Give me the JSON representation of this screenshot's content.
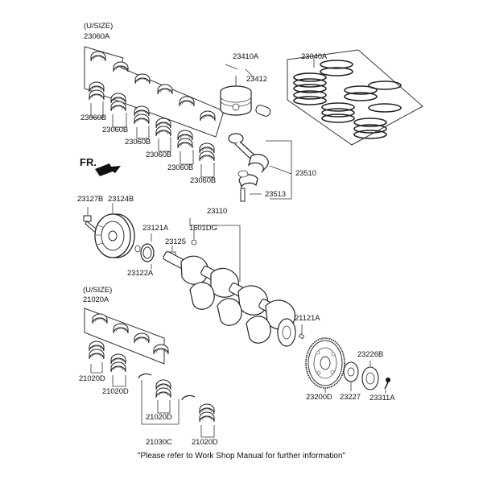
{
  "labels": {
    "usize_top": "(U/SIZE)",
    "p23060A": "23060A",
    "p23060B_1": "23060B",
    "p23060B_2": "23060B",
    "p23060B_3": "23060B",
    "p23060B_4": "23060B",
    "p23060B_5": "23060B",
    "p23060B_6": "23060B",
    "p23410A": "23410A",
    "p23412": "23412",
    "p23040A": "23040A",
    "p23510": "23510",
    "p23513": "23513",
    "p23127B": "23127B",
    "p23124B": "23124B",
    "p23110": "23110",
    "p23121A": "23121A",
    "p1601DG": "1601DG",
    "p23125": "23125",
    "p23122A": "23122A",
    "usize_bottom": "(U/SIZE)",
    "p21020A": "21020A",
    "p21020D_1": "21020D",
    "p21020D_2": "21020D",
    "p21020D_3": "21020D",
    "p21020D_4": "21020D",
    "p21030C": "21030C",
    "p21121A": "21121A",
    "p23226B": "23226B",
    "p23200D": "23200D",
    "p23227": "23227",
    "p23311A": "23311A"
  },
  "front_marker": "FR.",
  "footer_note": "\"Please refer to Work Shop Manual for further information\""
}
